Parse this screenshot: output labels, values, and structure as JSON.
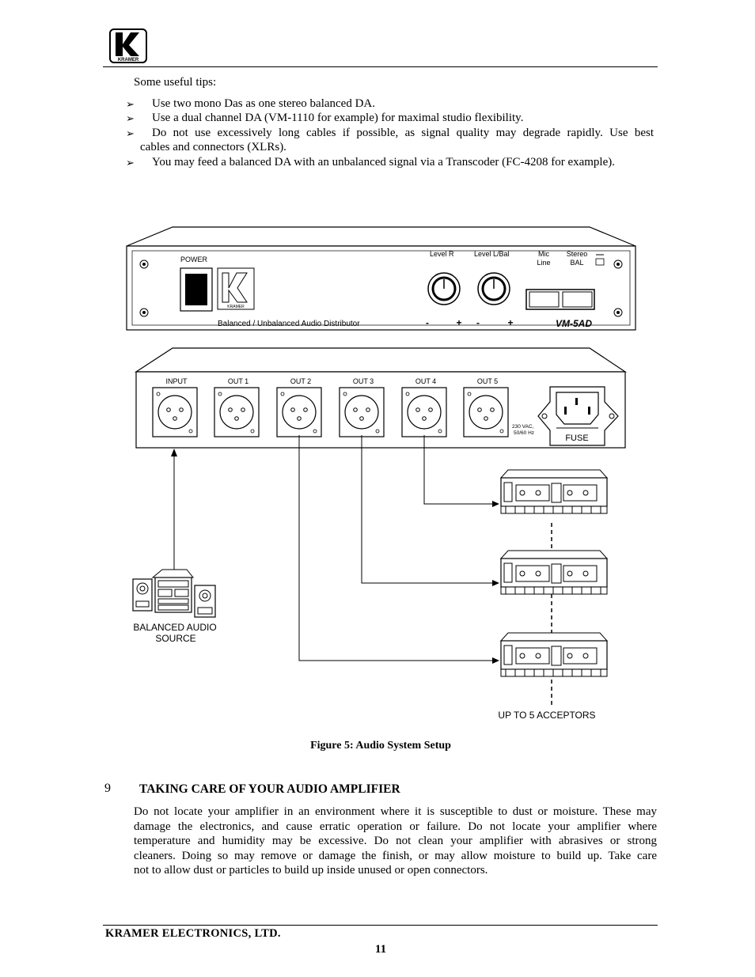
{
  "header": {
    "logo_text": "KRAMER"
  },
  "tips": {
    "intro": "Some useful tips:",
    "items": [
      "Use two mono Das as one stereo balanced DA.",
      "Use a dual channel DA (VM-1110 for example) for maximal studio flexibility.",
      "Do not use excessively long cables if possible, as signal quality may degrade rapidly. Use best",
      "cables and connectors (XLRs).",
      "You may feed a balanced DA with an unbalanced signal via a Transcoder (FC-4208 for example)."
    ]
  },
  "figure": {
    "front": {
      "power": "POWER",
      "brand": "KRAMER",
      "level_r": "Level R",
      "level_l": "Level L/Bal",
      "mic": "Mic",
      "line": "Line",
      "stereo": "Stereo",
      "bal": "BAL",
      "footer": "Balanced / Unbalanced Audio Distributor",
      "minus1": "-",
      "plus1": "+",
      "minus2": "-",
      "plus2": "+",
      "model": "VM-5AD"
    },
    "rear": {
      "ports": [
        "INPUT",
        "OUT 1",
        "OUT 2",
        "OUT 3",
        "OUT 4",
        "OUT 5"
      ],
      "voltage_1": "230 VAC,",
      "voltage_2": "50/60 Hz",
      "fuse": "FUSE"
    },
    "source_label_1": "BALANCED AUDIO",
    "source_label_2": "SOURCE",
    "acceptors_label": "UP TO 5 ACCEPTORS",
    "caption": "Figure 5: Audio System Setup"
  },
  "section": {
    "number": "9",
    "title": "TAKING CARE OF YOUR AUDIO AMPLIFIER",
    "lines": [
      "Do not locate your amplifier in an environment where it is susceptible to dust or moisture. These may",
      "damage the electronics, and cause erratic operation or failure. Do not locate your amplifier where",
      "temperature and humidity may be excessive. Do not clean your amplifier with abrasives or strong",
      "cleaners. Doing so may remove or damage the finish, or may allow moisture to build up. Take care",
      "not to allow dust or particles to build up inside unused or open connectors."
    ]
  },
  "footer": {
    "company": "KRAMER ELECTRONICS, LTD.",
    "page": "11"
  }
}
